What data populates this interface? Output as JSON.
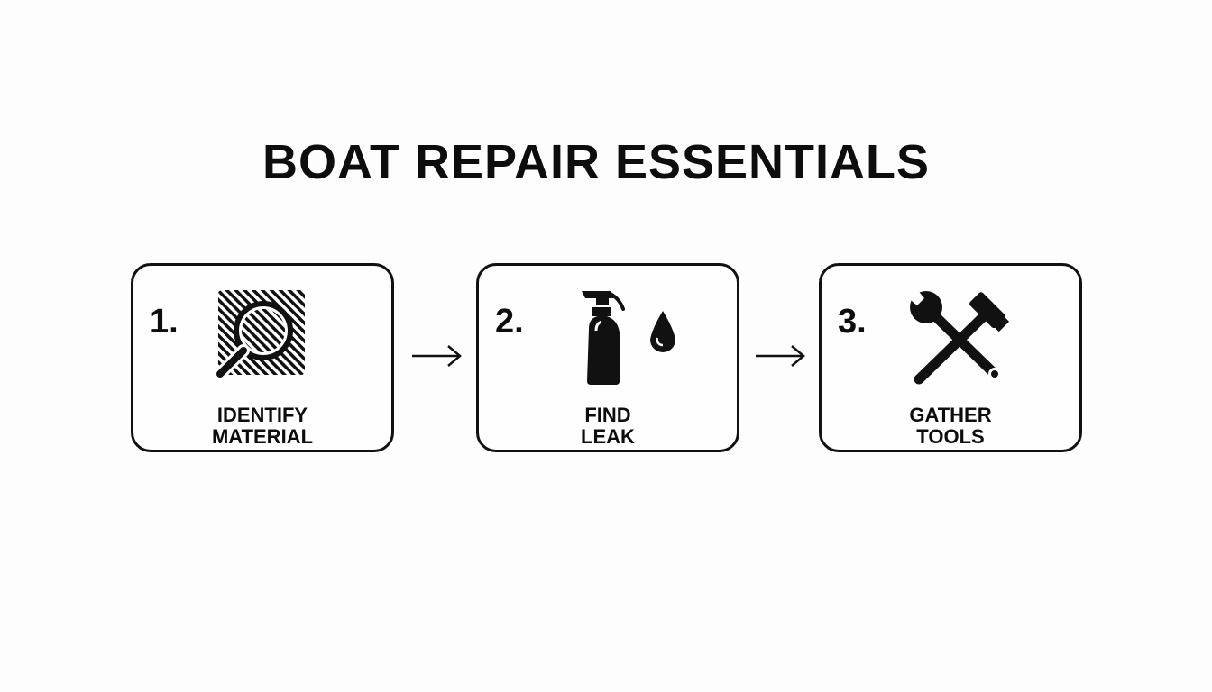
{
  "title": "BOAT REPAIR ESSENTIALS",
  "steps": [
    {
      "number": "1.",
      "label_line1": "IDENTIFY",
      "label_line2": "MATERIAL",
      "icon": "magnifying-glass-hatched-material-icon"
    },
    {
      "number": "2.",
      "label_line1": "FIND",
      "label_line2": "LEAK",
      "icon": "spray-bottle-and-droplet-icon"
    },
    {
      "number": "3.",
      "label_line1": "GATHER",
      "label_line2": "TOOLS",
      "icon": "wrench-and-hammer-icon"
    }
  ],
  "arrows": [
    "arrow-right-icon",
    "arrow-right-icon"
  ],
  "colors": {
    "ink": "#111111",
    "background": "#fdfdfd"
  }
}
